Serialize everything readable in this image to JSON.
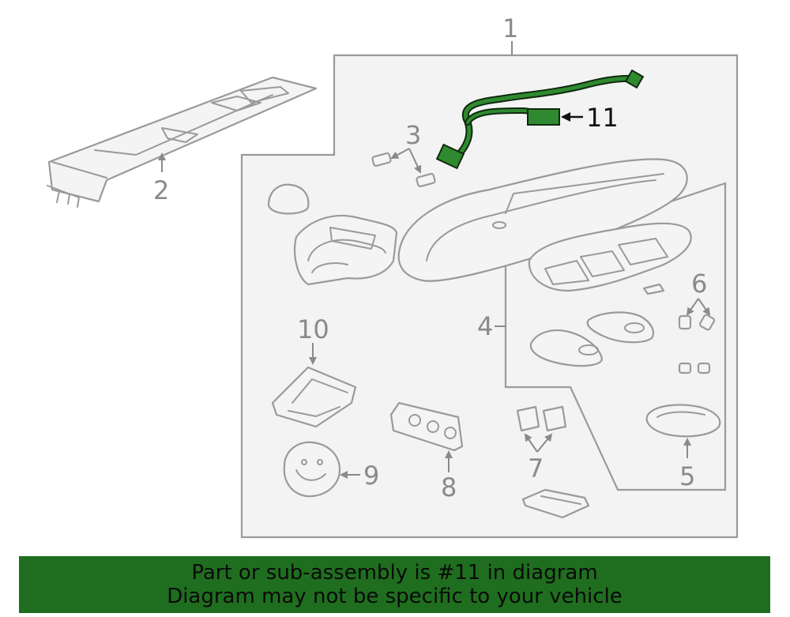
{
  "callouts": {
    "c1": "1",
    "c2": "2",
    "c3": "3",
    "c4": "4",
    "c5": "5",
    "c6": "6",
    "c7": "7",
    "c8": "8",
    "c9": "9",
    "c10": "10",
    "c11": "11"
  },
  "highlight_part": "11",
  "colors": {
    "highlight": "#1f6e1f",
    "banner_bg": "#1f6e1f",
    "part_stroke": "#9a9a9a",
    "frame_fill": "#f3f3f3"
  },
  "banner": {
    "line1": "Part or sub-assembly is #11 in diagram",
    "line2": "Diagram may not be specific to your vehicle"
  }
}
